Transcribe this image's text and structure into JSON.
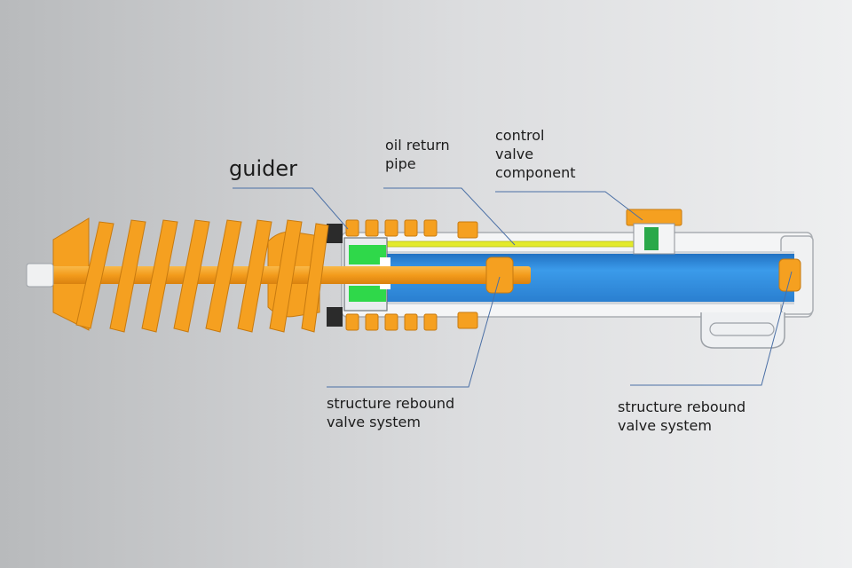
{
  "labels": {
    "guider": "guider",
    "oil_return_pipe": [
      "oil return",
      "pipe"
    ],
    "control_valve_component": [
      "control",
      "valve",
      "component"
    ],
    "structure_rebound_valve_system_left": [
      "structure rebound",
      "valve system"
    ],
    "structure_rebound_valve_system_right": [
      "structure rebound",
      "valve system"
    ]
  },
  "colors": {
    "spring": "#f5a020",
    "spring_dark": "#c77a10",
    "cylinder_fill": "#2f8fe0",
    "oil_pipe": "#e3ea2a",
    "valve_green": "#2fd84a",
    "valve_component_green": "#2aa84a",
    "seal_dark": "#2b2b2b",
    "leader_line": "#4a6fa5",
    "background_left": "#b9bbbd",
    "background_right": "#eeeff0"
  }
}
